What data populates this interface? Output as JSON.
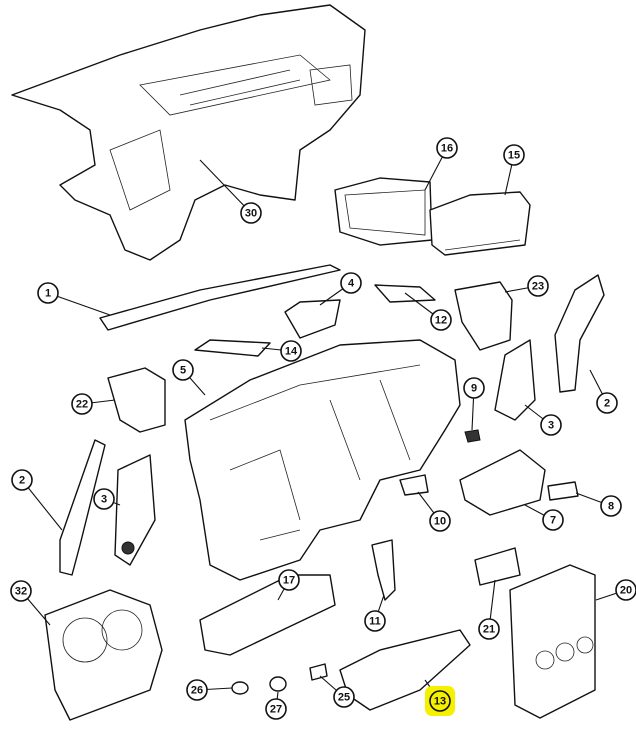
{
  "diagram": {
    "highlight_color": "#f5f000",
    "callouts": [
      {
        "label": "30"
      },
      {
        "label": "16"
      },
      {
        "label": "15"
      },
      {
        "label": "1"
      },
      {
        "label": "4"
      },
      {
        "label": "12"
      },
      {
        "label": "23"
      },
      {
        "label": "14"
      },
      {
        "label": "5"
      },
      {
        "label": "22"
      },
      {
        "label": "9"
      },
      {
        "label": "2"
      },
      {
        "label": "3"
      },
      {
        "label": "2"
      },
      {
        "label": "3"
      },
      {
        "label": "10"
      },
      {
        "label": "7"
      },
      {
        "label": "8"
      },
      {
        "label": "17"
      },
      {
        "label": "32"
      },
      {
        "label": "20"
      },
      {
        "label": "11"
      },
      {
        "label": "21"
      },
      {
        "label": "26"
      },
      {
        "label": "27"
      },
      {
        "label": "25"
      },
      {
        "label": "13",
        "highlighted": true
      }
    ]
  }
}
